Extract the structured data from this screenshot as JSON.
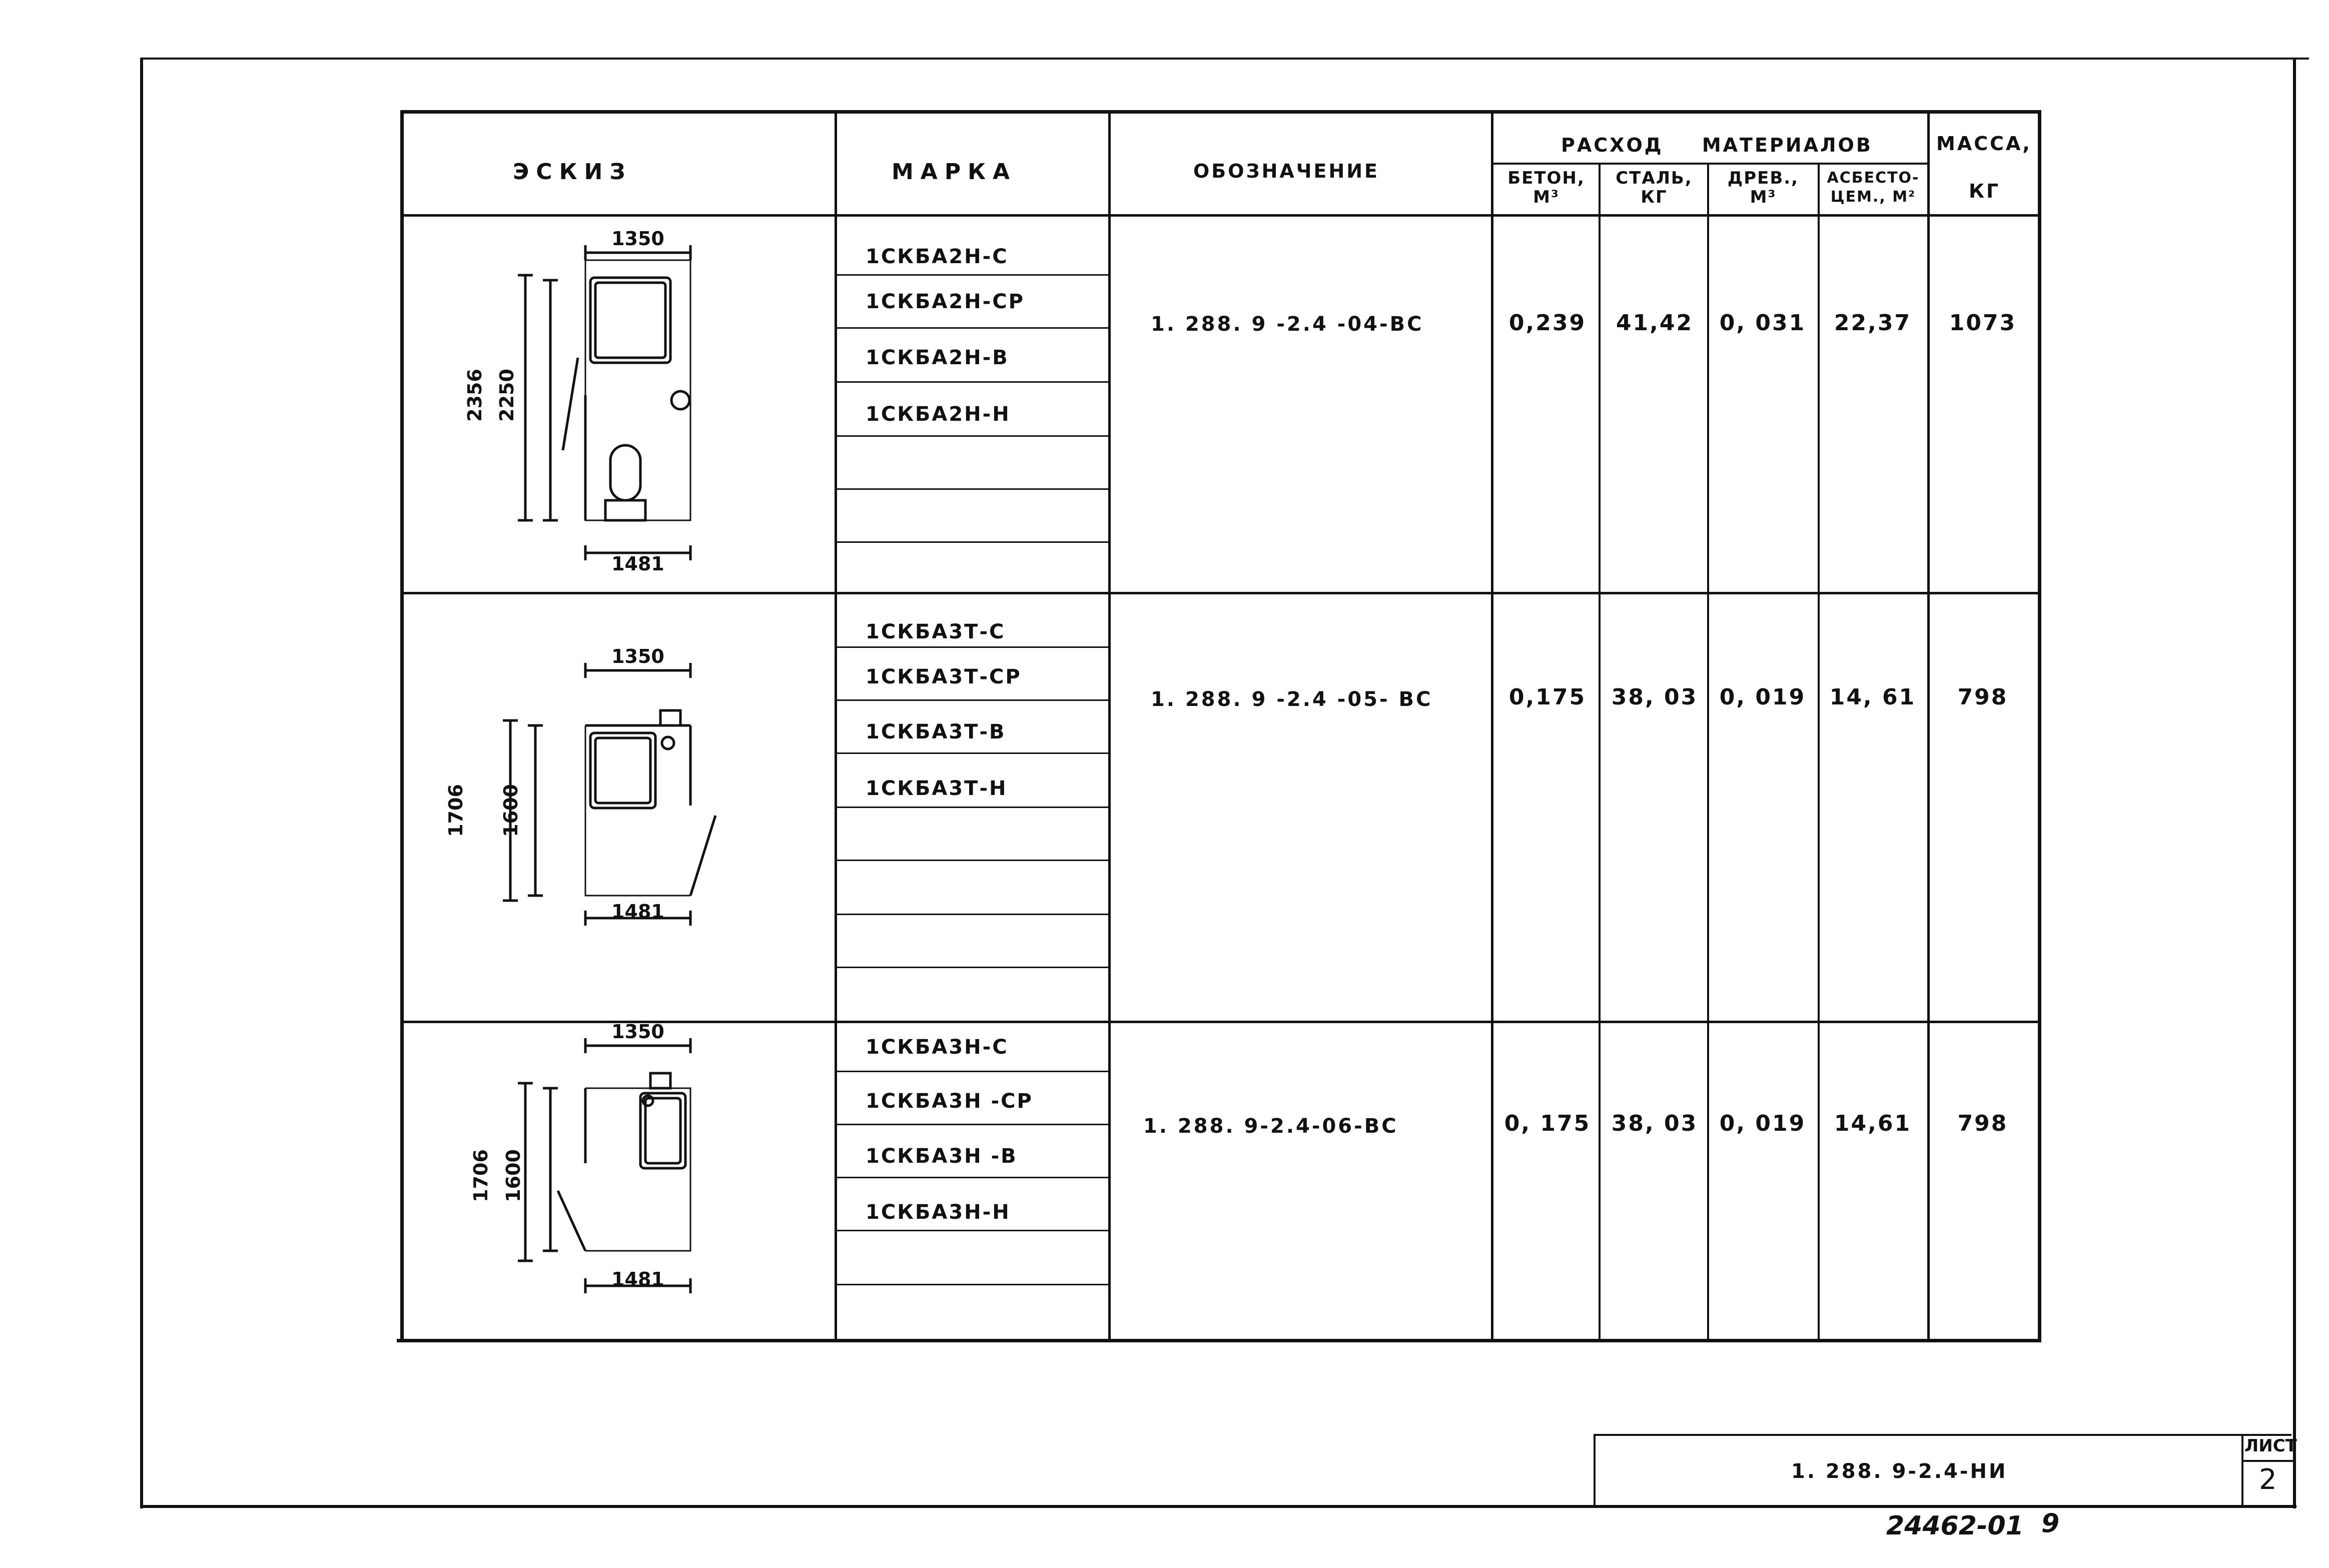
{
  "table": {
    "headers": {
      "sketch": "ЭСКИЗ",
      "mark": "МАРКА",
      "designation": "ОБОЗНАЧЕНИЕ",
      "materials": "РАСХОД МАТЕРИАЛОВ",
      "mass": "МАССА,",
      "mass_unit": "КГ",
      "concrete": "БЕТОН,",
      "concrete_unit": "М³",
      "steel": "СТАЛЬ,",
      "steel_unit": "КГ",
      "wood": "ДРЕВ.,",
      "wood_unit": "М³",
      "asbestos": "АСБЕСТО-",
      "asbestos_unit": "ЦЕМ., М²"
    },
    "rows": [
      {
        "sketch": {
          "width_top": "1350",
          "width_bottom": "1481",
          "height_outer": "2356",
          "height_inner": "2250"
        },
        "marks": [
          "1СКБА2Н-С",
          "1СКБА2Н-СР",
          "1СКБА2Н-В",
          "1СКБА2Н-Н"
        ],
        "designation": "1. 288. 9 -2.4 -04-ВС",
        "concrete": "0,239",
        "steel": "41,42",
        "wood": "0, 031",
        "asbestos": "22,37",
        "mass": "1073"
      },
      {
        "sketch": {
          "width_top": "1350",
          "width_bottom": "1481",
          "height_outer": "1706",
          "height_inner": "1600"
        },
        "marks": [
          "1СКБА3Т-С",
          "1СКБА3Т-СР",
          "1СКБА3Т-В",
          "1СКБА3Т-Н"
        ],
        "designation": "1. 288. 9 -2.4 -05- ВС",
        "concrete": "0,175",
        "steel": "38, 03",
        "wood": "0, 019",
        "asbestos": "14, 61",
        "mass": "798"
      },
      {
        "sketch": {
          "width_top": "1350",
          "width_bottom": "1481",
          "height_outer": "1706",
          "height_inner": "1600"
        },
        "marks": [
          "1СКБА3Н-С",
          "1СКБА3Н -СР",
          "1СКБА3Н -В",
          "1СКБА3Н-Н"
        ],
        "designation": "1. 288. 9-2.4-06-ВС",
        "concrete": "0, 175",
        "steel": "38, 03",
        "wood": "0, 019",
        "asbestos": "14,61",
        "mass": "798"
      }
    ]
  },
  "stamp": {
    "code": "1. 288. 9-2.4-НИ",
    "sheet_label": "ЛИСТ",
    "sheet_number": "2",
    "archive_number": "24462-01",
    "archive_suffix": "9"
  }
}
